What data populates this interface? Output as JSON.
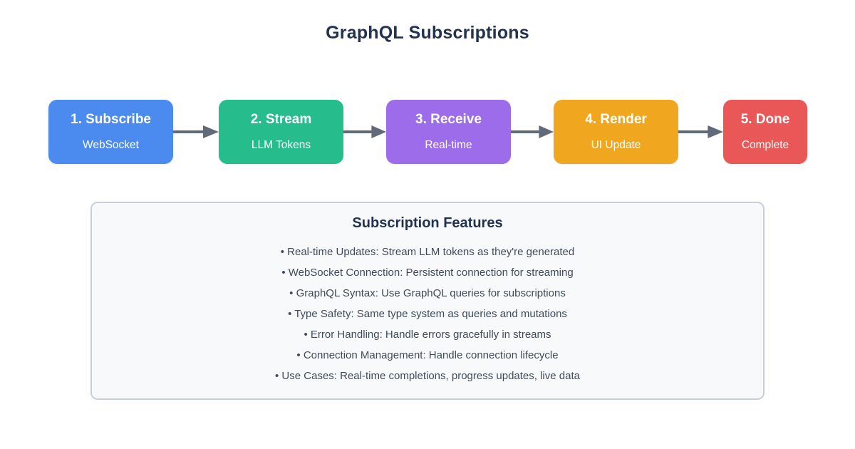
{
  "title": "GraphQL Subscriptions",
  "flow": {
    "arrow_color": "#606A78",
    "steps": [
      {
        "label": "1. Subscribe",
        "sublabel": "WebSocket",
        "color": "#4B8BF0"
      },
      {
        "label": "2. Stream",
        "sublabel": "LLM Tokens",
        "color": "#26BC8B"
      },
      {
        "label": "3. Receive",
        "sublabel": "Real-time",
        "color": "#9C6CEA"
      },
      {
        "label": "4. Render",
        "sublabel": "UI Update",
        "color": "#F0A71F"
      },
      {
        "label": "5. Done",
        "sublabel": "Complete",
        "color": "#E95757"
      }
    ]
  },
  "features": {
    "title": "Subscription Features",
    "items": [
      "• Real-time Updates: Stream LLM tokens as they're generated",
      "• WebSocket Connection: Persistent connection for streaming",
      "• GraphQL Syntax: Use GraphQL queries for subscriptions",
      "• Type Safety: Same type system as queries and mutations",
      "• Error Handling: Handle errors gracefully in streams",
      "• Connection Management: Handle connection lifecycle",
      "• Use Cases: Real-time completions, progress updates, live data"
    ]
  },
  "colors": {
    "background": "#FFFFFF",
    "title_text": "#22334F",
    "body_text": "#3F4B5B",
    "panel_background": "#F8F9FA",
    "panel_border": "#C9CFD9",
    "step_text": "#FFFFFF"
  }
}
